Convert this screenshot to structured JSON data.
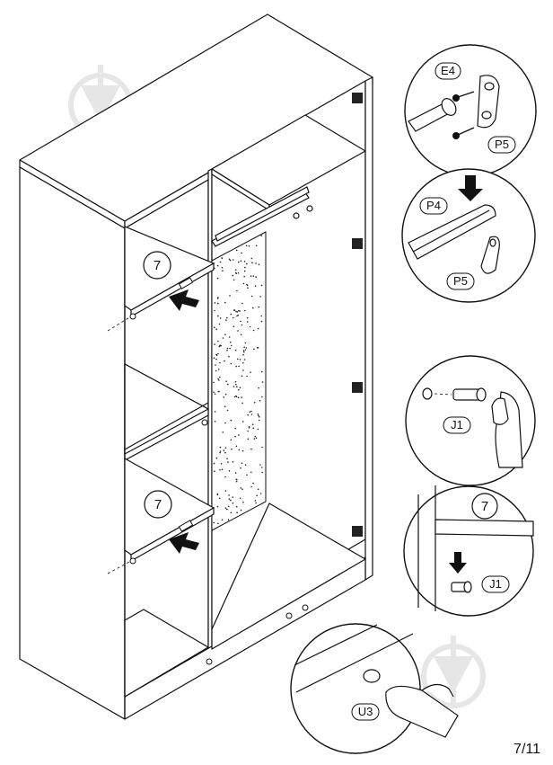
{
  "page": {
    "number": "7/11"
  },
  "parts": {
    "shelf_number": "7",
    "E4": "E4",
    "P4": "P4",
    "P5": "P5",
    "J1": "J1",
    "U3": "U3"
  },
  "watermark": {
    "icon": "download-arrow-logo"
  }
}
